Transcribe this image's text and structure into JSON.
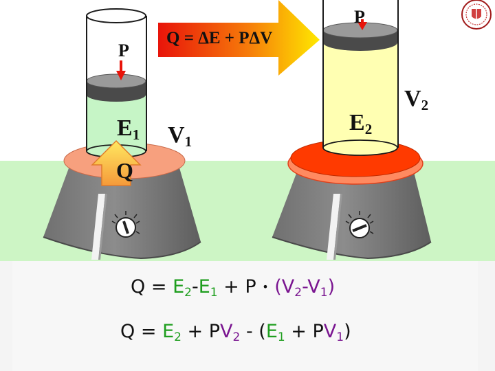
{
  "labels": {
    "p_left": "P",
    "p_right": "P",
    "e1": "E",
    "e1_sub": "1",
    "v1": "V",
    "v1_sub": "1",
    "e2": "E",
    "e2_sub": "2",
    "v2": "V",
    "v2_sub": "2",
    "q_heat": "Q",
    "arrow_equation": "Q = ΔE + PΔV"
  },
  "equations": {
    "line1": {
      "q": "Q",
      "eq": " = ",
      "e2": "E",
      "e2_sub": "2",
      "minus": "-",
      "e1": "E",
      "e1_sub": "1",
      "plus": " + P ",
      "dot": "•",
      "open": " (V",
      "v2_sub": "2",
      "mid": "-V",
      "v1_sub": "1",
      "close": ")"
    },
    "line2": {
      "q": "Q",
      "eq": " = ",
      "e2": "E",
      "e2_sub": "2",
      "plus1": " + ",
      "pv2_p": "P",
      "pv2_v": "V",
      "pv2_sub": "2",
      "minus": " - (",
      "e1": "E",
      "e1_sub": "1",
      "plus2": " + ",
      "pv1_p": "P",
      "pv1_v": "V",
      "pv1_sub": "1",
      "close": ")"
    }
  },
  "colors": {
    "background_green": "#cdf5c5",
    "bottom_panel": "#f4f4f4",
    "gas_left": "#c6f5c6",
    "gas_right": "#ffffb2",
    "burner_cool": "#f7a07e",
    "burner_hot": "#ff3a00",
    "arrow_red": "#e8140a",
    "arrow_yellow": "#ffe800",
    "label_green": "#1e9e1e",
    "label_purple": "#7a1590"
  }
}
